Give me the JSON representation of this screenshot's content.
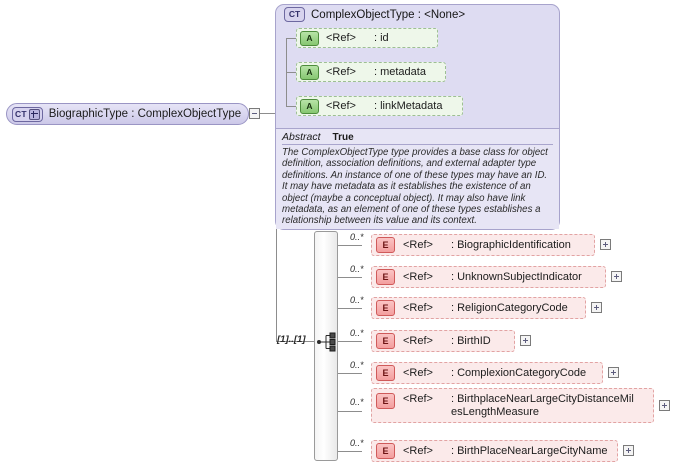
{
  "diagram": {
    "kind": "xsd-schema-diagram",
    "root": {
      "badge": "CT",
      "label": "BiographicType : ComplexObjectType",
      "toggle": "minus"
    },
    "base_type": {
      "badge": "CT",
      "label": "ComplexObjectType : <None>",
      "attributes": [
        {
          "badge": "A",
          "ref": "<Ref>",
          "name": ": id"
        },
        {
          "badge": "A",
          "ref": "<Ref>",
          "name": ": metadata"
        },
        {
          "badge": "A",
          "ref": "<Ref>",
          "name": ": linkMetadata"
        }
      ],
      "annotation": {
        "key": "Abstract",
        "value": "True",
        "documentation": "The ComplexObjectType type provides a base class for object definition, association definitions, and external adapter type definitions. An instance of one of these types may have an ID. It may have metadata as it establishes the existence of an object (maybe a conceptual object). It may also have link metadata, as an element of one of these types establishes a relationship between its value and its context."
      }
    },
    "compositor": {
      "type": "sequence",
      "cardinality": "[1]..[1]"
    },
    "elements": [
      {
        "badge": "E",
        "ref": "<Ref>",
        "name": ": BiographicIdentification",
        "occurs": "0..*",
        "toggle": "plus"
      },
      {
        "badge": "E",
        "ref": "<Ref>",
        "name": ": UnknownSubjectIndicator",
        "occurs": "0..*",
        "toggle": "plus"
      },
      {
        "badge": "E",
        "ref": "<Ref>",
        "name": ": ReligionCategoryCode",
        "occurs": "0..*",
        "toggle": "plus"
      },
      {
        "badge": "E",
        "ref": "<Ref>",
        "name": ": BirthID",
        "occurs": "0..*",
        "toggle": "plus"
      },
      {
        "badge": "E",
        "ref": "<Ref>",
        "name": ": ComplexionCategoryCode",
        "occurs": "0..*",
        "toggle": "plus"
      },
      {
        "badge": "E",
        "ref": "<Ref>",
        "name": ": BirthplaceNearLargeCityDistanceMil\nesLengthMeasure",
        "occurs": "0..*",
        "toggle": "plus"
      },
      {
        "badge": "E",
        "ref": "<Ref>",
        "name": ": BirthPlaceNearLargeCityName",
        "occurs": "0..*",
        "toggle": "plus"
      }
    ],
    "colors": {
      "canvas": "#ffffff",
      "complextype_fill": "#dedcf2",
      "complextype_border": "#a7a3cc",
      "attribute_fill": "#eef7ea",
      "attribute_border": "#9dbf93",
      "element_fill": "#fbeaea",
      "element_border": "#e2a3a3",
      "connector": "#8d8d8d"
    }
  }
}
